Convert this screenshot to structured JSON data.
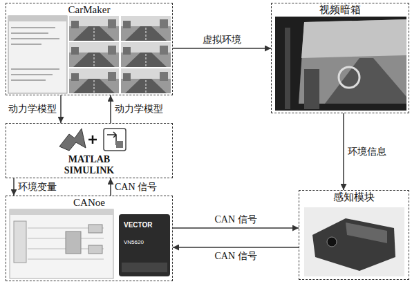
{
  "diagram": {
    "nodes": [
      {
        "text": [
          "CarMaker"
        ]
      },
      {
        "text": [
          "视频暗箱"
        ]
      },
      {
        "text": [
          "MATLAB SIMULINK"
        ]
      },
      {
        "text": [
          "CANoe"
        ]
      },
      {
        "text": [
          "感知模块"
        ]
      }
    ],
    "edges": [
      {
        "from": 0,
        "to": 1,
        "label": "虚拟环境",
        "arrow": "to"
      },
      {
        "from": 0,
        "to": 2,
        "label": "动力学模型",
        "arrow": "to"
      },
      {
        "from": 2,
        "to": 0,
        "label": "动力学模型",
        "arrow": "to"
      },
      {
        "from": 1,
        "to": 4,
        "label": "环境信息",
        "arrow": "to"
      },
      {
        "from": 2,
        "to": 3,
        "label": "环境变量",
        "arrow": "to"
      },
      {
        "from": 3,
        "to": 2,
        "label": "CAN 信号",
        "arrow": "to"
      },
      {
        "from": 3,
        "to": 4,
        "label": "CAN 信号",
        "arrow": "to"
      },
      {
        "from": 4,
        "to": 3,
        "label": "CAN 信号",
        "arrow": "to"
      }
    ],
    "labels": [
      "VECTOR",
      "VN5620"
    ]
  }
}
